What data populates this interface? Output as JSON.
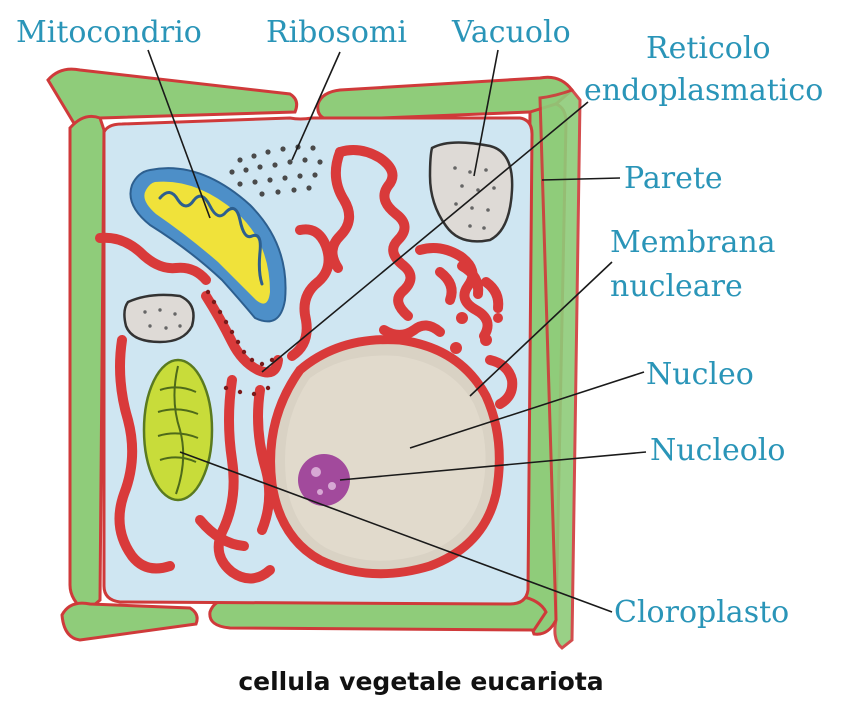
{
  "labels": {
    "mitocondrio": "Mitocondrio",
    "ribosomi": "Ribosomi",
    "vacuolo": "Vacuolo",
    "reticolo_line1": "Reticolo",
    "reticolo_line2": "endoplasmatico",
    "parete": "Parete",
    "membrana_line1": "Membrana",
    "membrana_line2": "nucleare",
    "nucleo": "Nucleo",
    "nucleolo": "Nucleolo",
    "cloroplasto": "Cloroplasto"
  },
  "caption": "cellula vegetale eucariota",
  "colors": {
    "label_text": "#2a95b8",
    "cell_wall": "#8fcc7a",
    "membrane": "#cf3a3a",
    "cytoplasm": "#cfe6f2",
    "reticulum": "#d93a3a",
    "nucleus": "#d9d2c4",
    "nucleolus": "#a24a9c",
    "chloroplast": "#c8dc3a",
    "mitochondrion_outer": "#4d8fc8",
    "mitochondrion_inner": "#f0e23a"
  }
}
